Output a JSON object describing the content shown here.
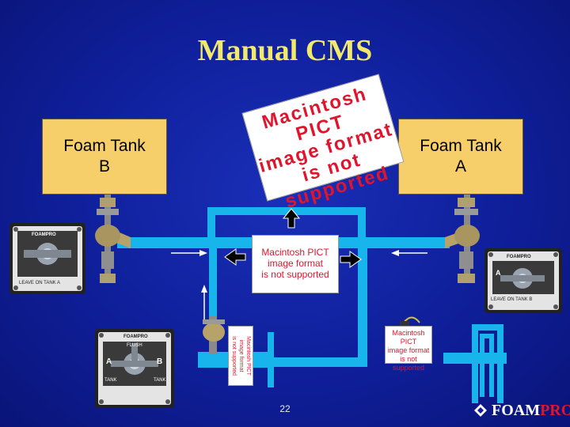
{
  "slide": {
    "title": "Manual CMS",
    "page_number": "22"
  },
  "tanks": {
    "b": {
      "line1": "Foam Tank",
      "line2": "B"
    },
    "a": {
      "line1": "Foam Tank",
      "line2": "A"
    }
  },
  "pict_large": {
    "line1": "Macintosh PICT",
    "line2": "image format",
    "line3": "is not supported"
  },
  "pict_center": {
    "line1": "Macintosh PICT",
    "line2": "image format",
    "line3": "is not supported"
  },
  "pict_right": {
    "line1": "Macintosh PICT",
    "line2": "image format",
    "line3": "is not supported"
  },
  "pict_vertical": {
    "line1": "Macintosh PICT",
    "line2": "image format",
    "line3": "is not supported"
  },
  "panels": {
    "left": {
      "brand": "FOAMPRO",
      "line": "LEAVE ON  TANK A"
    },
    "bottom": {
      "brand": "FOAMPRO",
      "top_label": "FLUSH",
      "label_a": "A",
      "tank_a": "TANK",
      "label_b": "B",
      "tank_b": "TANK"
    },
    "right": {
      "brand": "FOAMPRO",
      "line": "LEAVE ON  TANK B",
      "label_a": "A"
    }
  },
  "brand": {
    "part1": "FOAM",
    "part2": "PRO"
  },
  "colors": {
    "background": "#0f1f9a",
    "title": "#f2e86a",
    "tank": "#f7cf6a",
    "pipe": "#18b4ec",
    "pict_text": "#e0152d",
    "brand_pro": "#e0152d"
  }
}
